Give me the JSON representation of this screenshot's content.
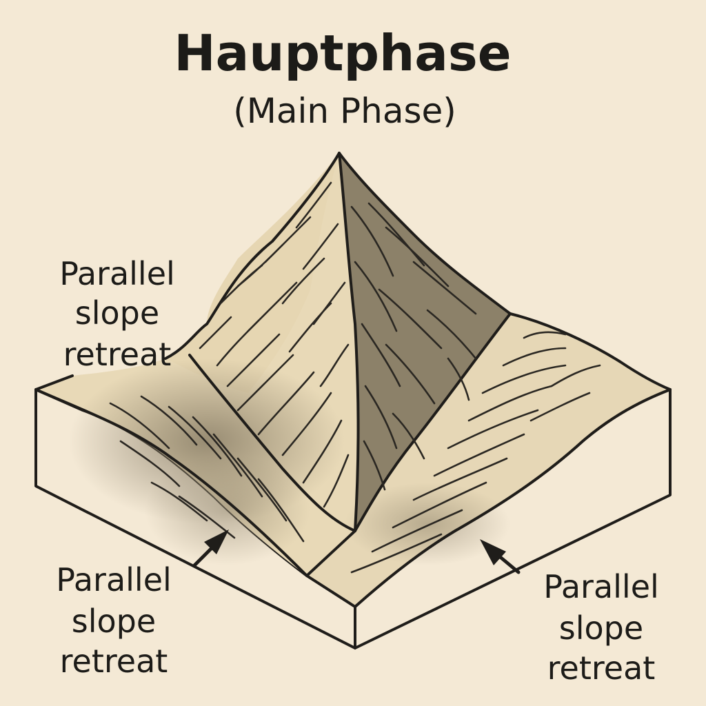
{
  "title": "Hauptphase",
  "subtitle": "(Main Phase)",
  "labels": {
    "upper_left": [
      "Parallel",
      "slope",
      "retreat"
    ],
    "lower_left": [
      "Parallel",
      "slope",
      "retreat"
    ],
    "lower_right": [
      "Parallel",
      "slope",
      "retreat"
    ]
  },
  "colors": {
    "background": "#f4e9d5",
    "light_surface": "#e6d7b8",
    "dark_surface": "#857a63",
    "mid_shade": "#b5a787",
    "ink": "#1f1d1a"
  }
}
